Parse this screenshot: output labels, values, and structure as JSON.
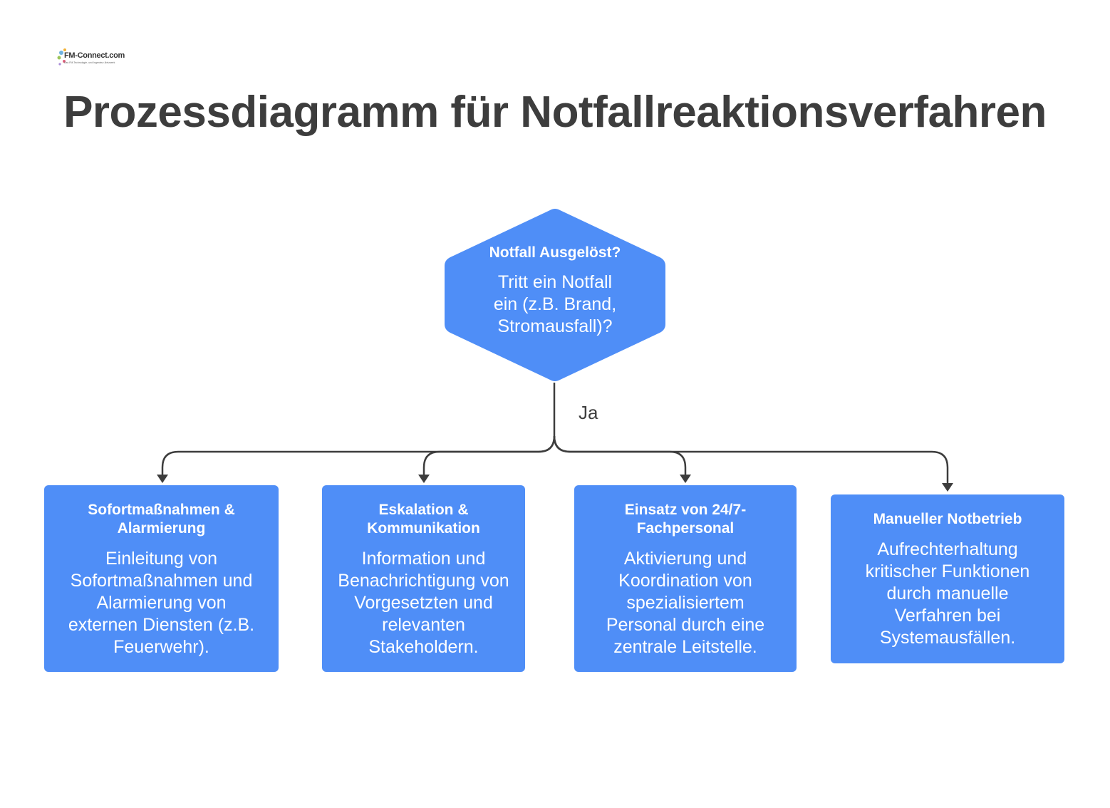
{
  "logo": {
    "name": "FM-Connect.com",
    "tagline": "Das FM-Technologie- und Ingenieur-Netzwerk"
  },
  "title": "Prozessdiagramm für Notfallreaktionsverfahren",
  "decision": {
    "heading": "Notfall Ausgelöst?",
    "body": "Tritt ein Notfall ein (z.B. Brand, Stromausfall)?"
  },
  "branch_label": "Ja",
  "steps": [
    {
      "heading": "Sofortmaßnahmen & Alarmierung",
      "body": "Einleitung von Sofortmaßnahmen und Alarmierung von externen Diensten (z.B. Feuerwehr)."
    },
    {
      "heading": "Eskalation & Kommunikation",
      "body": "Information und Benachrichtigung von Vorgesetzten und relevanten Stakeholdern."
    },
    {
      "heading": "Einsatz von 24/7-Fachpersonal",
      "body": "Aktivierung und Koordination von spezialisiertem Personal durch eine zentrale Leitstelle."
    },
    {
      "heading": "Manueller Notbetrieb",
      "body": "Aufrechterhaltung kritischer Funktionen durch manuelle Verfahren bei Systemausfällen."
    }
  ],
  "colors": {
    "node_fill": "#4f8ef7",
    "connector": "#3d3d3d",
    "title_text": "#3d3d3d"
  }
}
